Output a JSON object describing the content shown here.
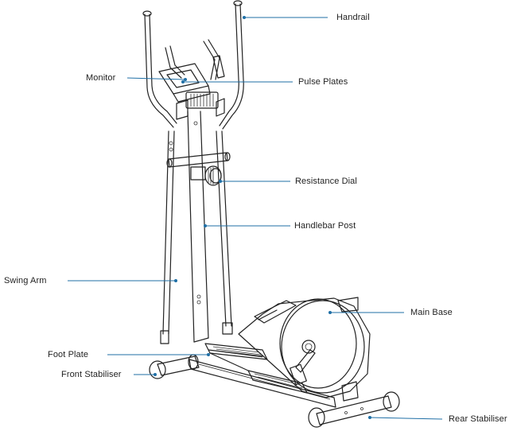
{
  "labels": {
    "handrail": "Handrail",
    "monitor": "Monitor",
    "pulse_plates": "Pulse Plates",
    "resistance_dial": "Resistance Dial",
    "handlebar_post": "Handlebar Post",
    "swing_arm": "Swing Arm",
    "main_base": "Main Base",
    "foot_plate": "Foot Plate",
    "front_stabiliser": "Front Stabiliser",
    "rear_stabiliser": "Rear Stabiliser"
  },
  "colors": {
    "leader": "#1f6fa6",
    "line_art": "#222222"
  }
}
